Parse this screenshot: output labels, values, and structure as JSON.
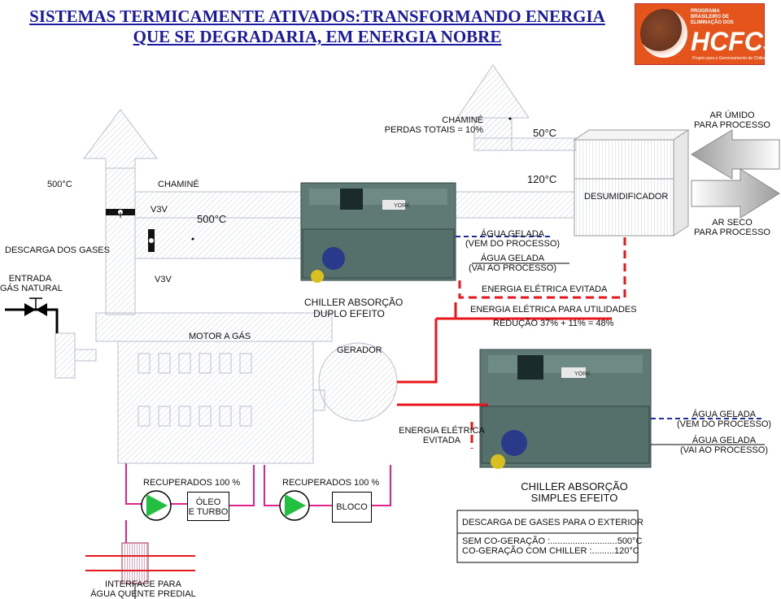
{
  "title": "SISTEMAS TERMICAMENTE ATIVADOS:TRANSFORMANDO ENERGIA QUE SE DEGRADARIA, EM ENERGIA NOBRE",
  "logo": {
    "line1": "PROGRAMA\nBRASILEIRO DE\nELIMINAÇÃO DOS",
    "brand": "HCFCs",
    "line3": "Projeto para o Gerenciamento de Chillers"
  },
  "labels": {
    "chimney_losses_1": "CHAMINÉ",
    "chimney_losses_2": "PERDAS TOTAIS = 10%",
    "temp_50": "50°C",
    "ar_umido_1": "AR ÚMIDO",
    "ar_umido_2": "PARA PROCESSO",
    "temp_500_top": "500°C",
    "chamine": "CHAMINÉ",
    "temp_120": "120°C",
    "desumidificador": "DESUMIDIFICADOR",
    "v3v_top": "V3V",
    "temp_500_mid": "500°C",
    "ar_seco_1": "AR SECO",
    "ar_seco_2": "PARA PROCESSO",
    "descarga_gases": "DESCARGA DOS GASES",
    "agua_gelada_vem_1": "ÁGUA GELADA",
    "agua_gelada_vem_2": "(VEM DO PROCESSO)",
    "agua_gelada_vai_1": "ÁGUA GELADA",
    "agua_gelada_vai_2": "(VAI AO PROCESSO)",
    "entrada_gas_1": "ENTRADA",
    "entrada_gas_2": "GÁS NATURAL",
    "v3v_bottom": "V3V",
    "energia_evitada": "ENERGIA ELÉTRICA EVITADA",
    "chiller_duplo_1": "CHILLER ABSORÇÃO",
    "chiller_duplo_2": "DUPLO EFEITO",
    "energia_utilidades": "ENERGIA ELÉTRICA PARA UTILIDADES",
    "reducao": "REDUÇÃO 37% + 11% = 48%",
    "motor_gas": "MOTOR A GÁS",
    "gerador": "GERADOR",
    "agua_gelada_vem2_1": "ÁGUA GELADA",
    "agua_gelada_vem2_2": "(VEM DO PROCESSO)",
    "energia_evitada2_1": "ENERGIA ELÉTRICA",
    "energia_evitada2_2": "EVITADA",
    "agua_gelada_vai2_1": "ÁGUA GELADA",
    "agua_gelada_vai2_2": "(VAI AO PROCESSO)",
    "recuperados_1": "RECUPERADOS 100 %",
    "recuperados_2": "RECUPERADOS 100 %",
    "chiller_simples_1": "CHILLER ABSORÇÃO",
    "chiller_simples_2": "SIMPLES EFEITO",
    "oleo_turbo_1": "ÓLEO",
    "oleo_turbo_2": "E TURBO",
    "bloco": "BLOCO",
    "descarga_exterior": "DESCARGA DE GASES PARA O EXTERIOR",
    "sem_cogeracao": "SEM CO-GERAÇÃO :...........................500°C",
    "cogeracao_chiller": "CO-GERAÇÃO COM CHILLER :.........120°C",
    "interface_1": "INTERFACE PARA",
    "interface_2": "ÁGUA QUENTE PREDIAL"
  },
  "chiller_badge": "YORK",
  "colors": {
    "title": "#1a1aa0",
    "hot_water": "#e0238f",
    "electric": "#e8161b",
    "chilled": "#1f2fa0",
    "pump": "#22c040",
    "chiller_body": "#5f7a74",
    "logo_bg": "#e5541b"
  }
}
